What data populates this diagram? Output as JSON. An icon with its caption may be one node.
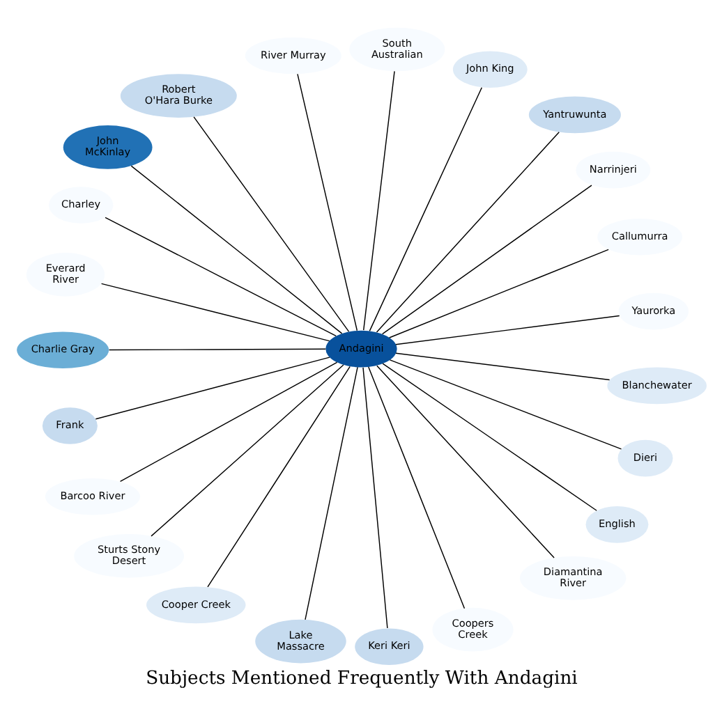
{
  "diagram": {
    "title": "Subjects Mentioned Frequently With Andagini",
    "nodes": [
      {
        "text": [
          "Yaurorka"
        ]
      },
      {
        "text": [
          "Callumurra"
        ]
      },
      {
        "text": [
          "Narrinjeri"
        ]
      },
      {
        "text": [
          "Yantruwunta"
        ]
      },
      {
        "text": [
          "John King"
        ]
      },
      {
        "text": [
          "South Australian"
        ]
      },
      {
        "text": [
          "River Murray"
        ]
      },
      {
        "text": [
          "Robert O'Hara Burke"
        ]
      },
      {
        "text": [
          "John McKinlay"
        ]
      },
      {
        "text": [
          "Charley"
        ]
      },
      {
        "text": [
          "Everard River"
        ]
      },
      {
        "text": [
          "Charlie Gray"
        ]
      },
      {
        "text": [
          "Andagini"
        ]
      },
      {
        "text": [
          "Frank"
        ]
      },
      {
        "text": [
          "Barcoo River"
        ]
      },
      {
        "text": [
          "Sturts Stony Desert"
        ]
      },
      {
        "text": [
          "Cooper Creek"
        ]
      },
      {
        "text": [
          "Lake Massacre"
        ]
      },
      {
        "text": [
          "Keri Keri"
        ]
      },
      {
        "text": [
          "Coopers Creek"
        ]
      },
      {
        "text": [
          "Diamantina River"
        ]
      },
      {
        "text": [
          "English"
        ]
      },
      {
        "text": [
          "Dieri"
        ]
      },
      {
        "text": [
          "Blanchewater"
        ]
      }
    ],
    "edges": [
      {
        "from": 12,
        "to": 0,
        "arrow": "none"
      },
      {
        "from": 12,
        "to": 1,
        "arrow": "none"
      },
      {
        "from": 12,
        "to": 2,
        "arrow": "none"
      },
      {
        "from": 12,
        "to": 3,
        "arrow": "none"
      },
      {
        "from": 12,
        "to": 4,
        "arrow": "none"
      },
      {
        "from": 12,
        "to": 5,
        "arrow": "none"
      },
      {
        "from": 12,
        "to": 6,
        "arrow": "none"
      },
      {
        "from": 12,
        "to": 7,
        "arrow": "none"
      },
      {
        "from": 12,
        "to": 8,
        "arrow": "none"
      },
      {
        "from": 12,
        "to": 9,
        "arrow": "none"
      },
      {
        "from": 12,
        "to": 10,
        "arrow": "none"
      },
      {
        "from": 12,
        "to": 11,
        "arrow": "none"
      },
      {
        "from": 12,
        "to": 13,
        "arrow": "none"
      },
      {
        "from": 12,
        "to": 14,
        "arrow": "none"
      },
      {
        "from": 12,
        "to": 15,
        "arrow": "none"
      },
      {
        "from": 12,
        "to": 16,
        "arrow": "none"
      },
      {
        "from": 12,
        "to": 17,
        "arrow": "none"
      },
      {
        "from": 12,
        "to": 18,
        "arrow": "none"
      },
      {
        "from": 12,
        "to": 19,
        "arrow": "none"
      },
      {
        "from": 12,
        "to": 20,
        "arrow": "none"
      },
      {
        "from": 12,
        "to": 21,
        "arrow": "none"
      },
      {
        "from": 12,
        "to": 22,
        "arrow": "none"
      },
      {
        "from": 12,
        "to": 23,
        "arrow": "none"
      }
    ]
  }
}
